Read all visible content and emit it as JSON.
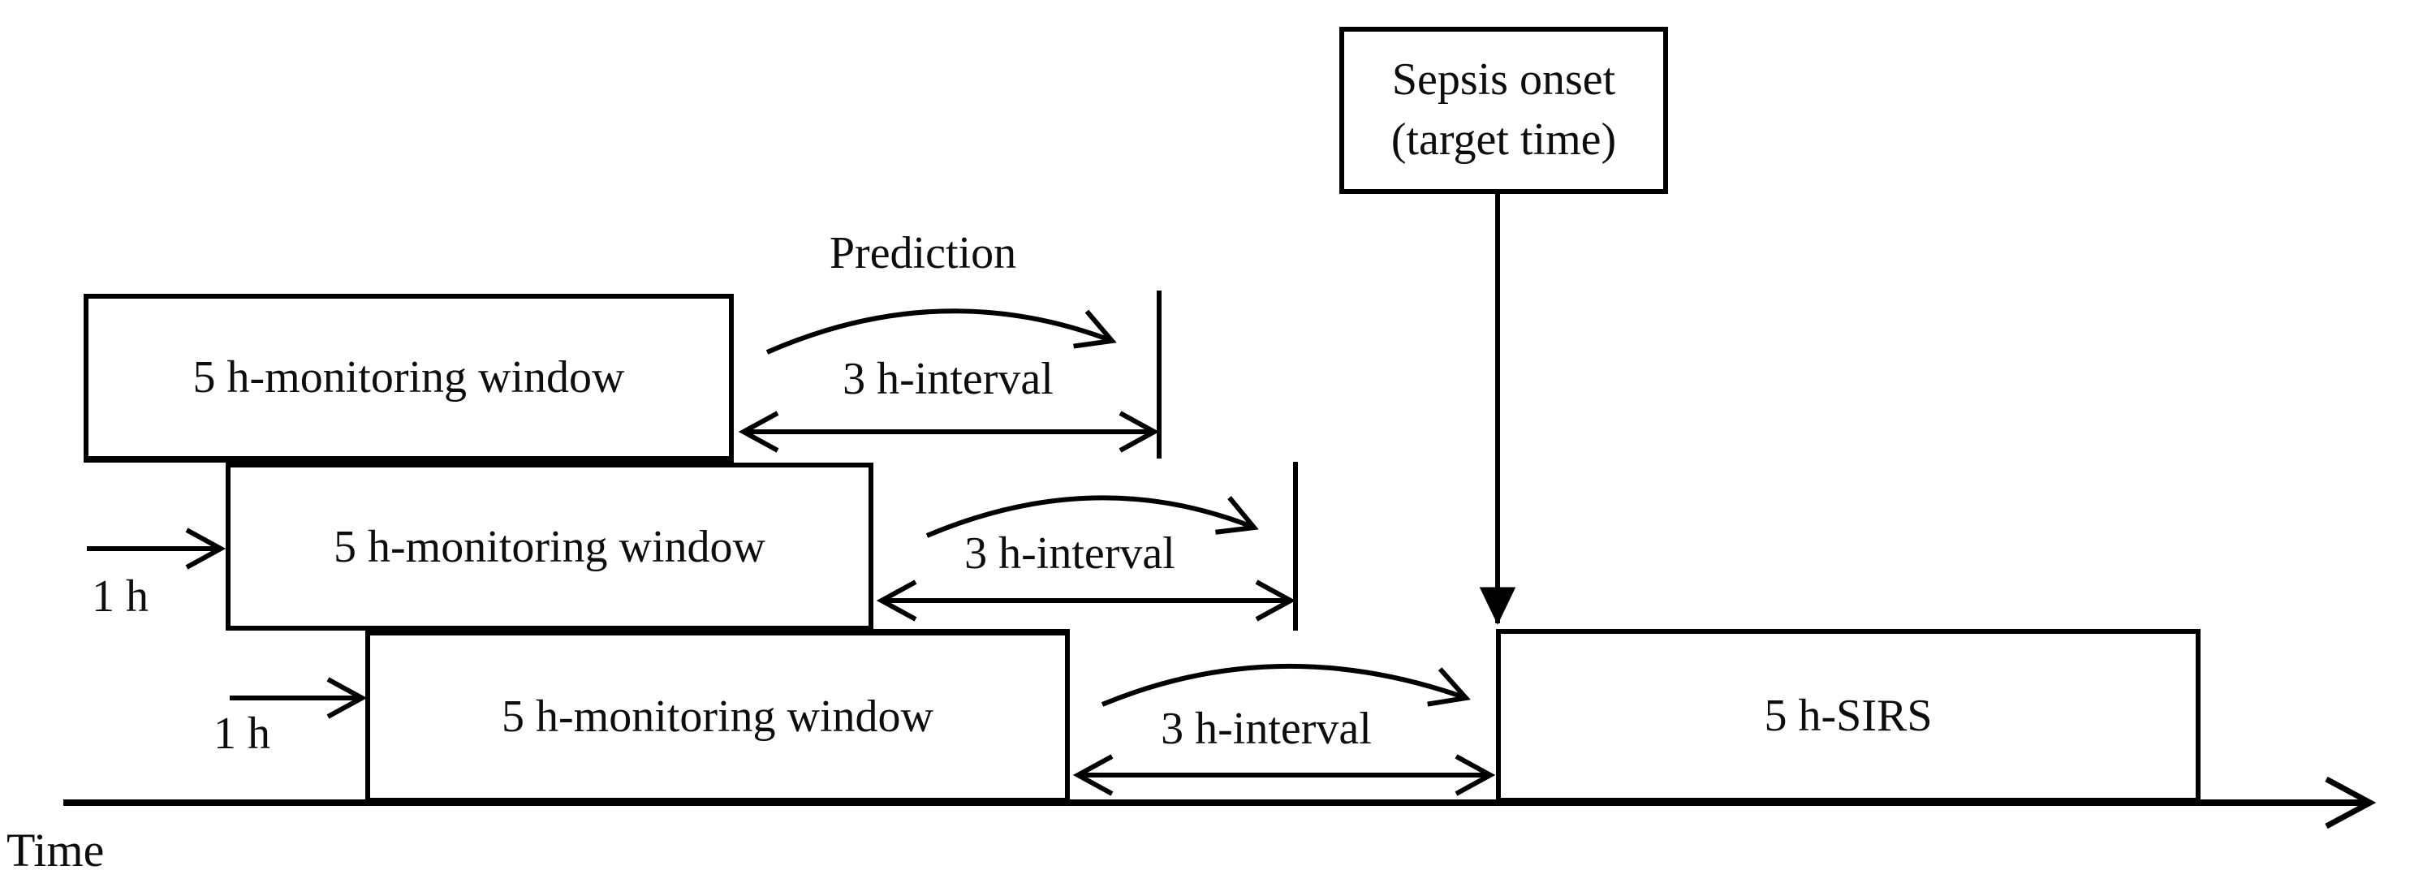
{
  "figure": {
    "type": "timeline-diagram",
    "colors": {
      "background": "#ffffff",
      "line": "#000000",
      "text": "#0d0d0d"
    },
    "boxes": {
      "window1": {
        "label": "5 h-monitoring window"
      },
      "window2": {
        "label": "5 h-monitoring window"
      },
      "window3": {
        "label": "5 h-monitoring window"
      },
      "sirs": {
        "label": "5 h-SIRS"
      },
      "sepsis": {
        "line1": "Sepsis onset",
        "line2": "(target time)"
      }
    },
    "annotations": {
      "prediction": "Prediction",
      "interval1": "3 h-interval",
      "interval2": "3 h-interval",
      "interval3": "3 h-interval",
      "shift1": "1 h",
      "shift2": "1 h",
      "axis": "Time"
    }
  }
}
